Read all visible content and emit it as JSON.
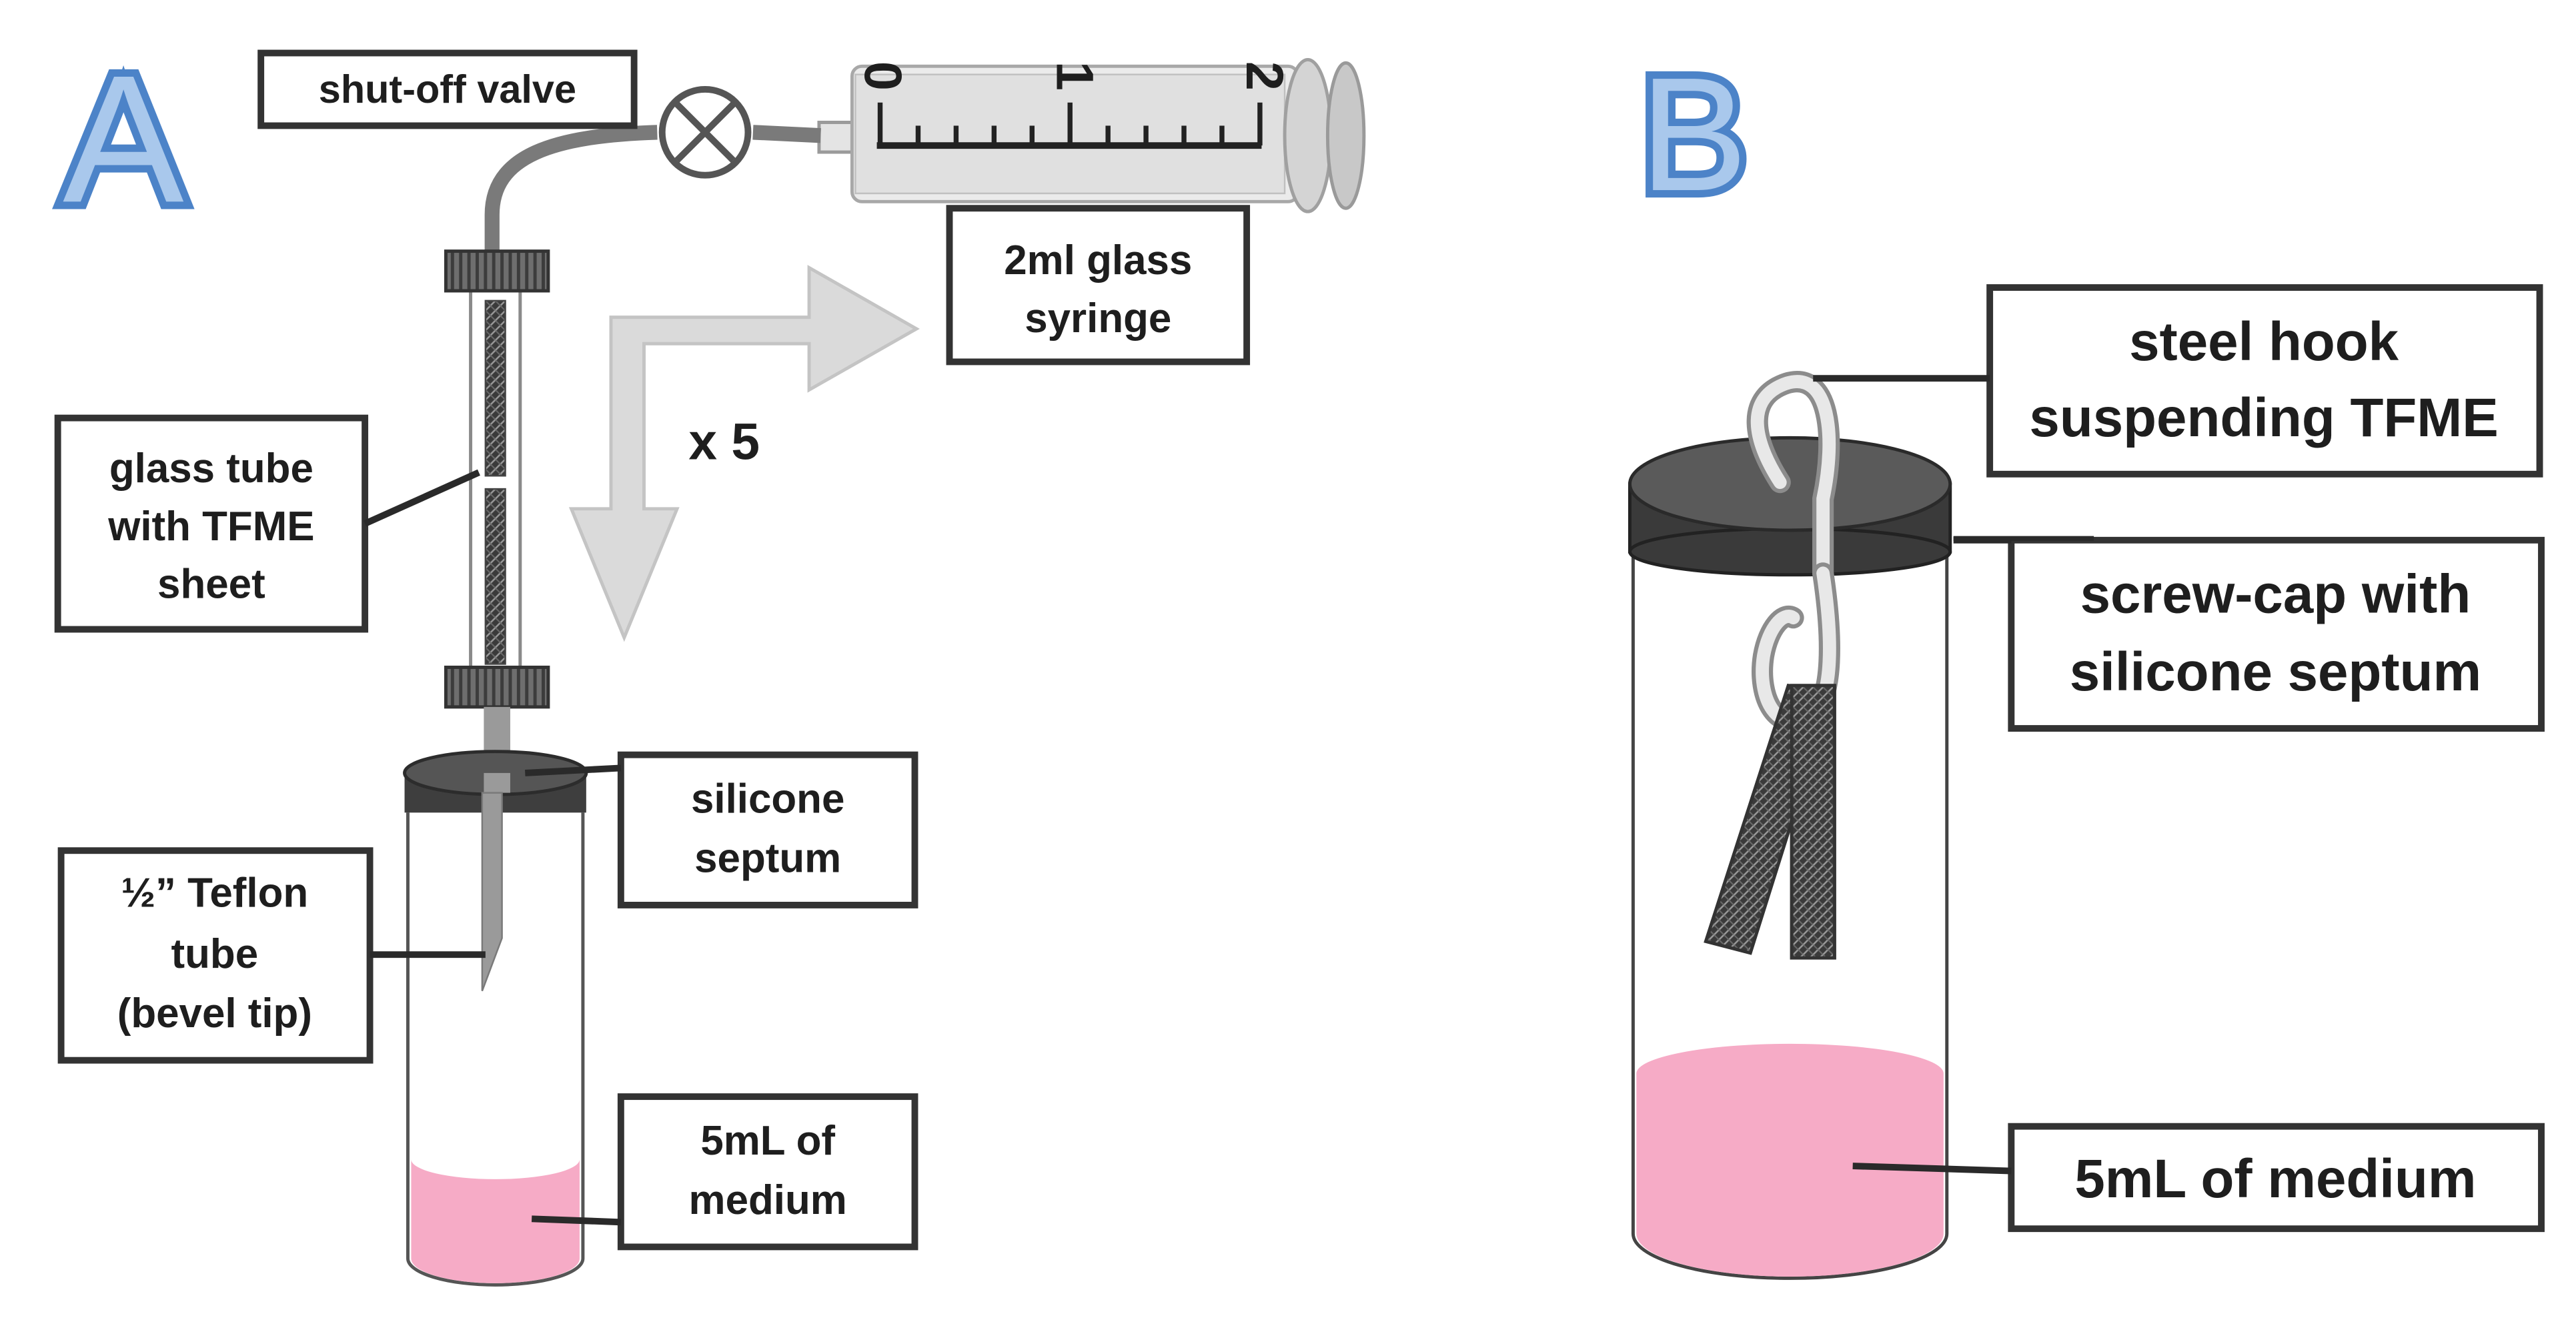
{
  "panels": {
    "a": {
      "letter": "A",
      "shutoff_valve": "shut-off valve",
      "syringe_label": [
        "2ml glass",
        "syringe"
      ],
      "syringe_scale": [
        "0",
        "1",
        "2"
      ],
      "repeat": "x 5",
      "glass_tube": [
        "glass tube",
        "with TFME",
        "sheet"
      ],
      "septum": [
        "silicone",
        "septum"
      ],
      "teflon": [
        "½” Teflon",
        "tube",
        "(bevel tip)"
      ],
      "medium": [
        "5mL of",
        "medium"
      ]
    },
    "b": {
      "letter": "B",
      "hook": [
        "steel hook",
        "suspending TFME"
      ],
      "cap": [
        "screw-cap with",
        "silicone septum"
      ],
      "medium": [
        "5mL of medium"
      ]
    }
  },
  "colors": {
    "letter_fill": "#a9c8ec",
    "letter_stroke": "#4c83c8",
    "medium": "#f6abc6",
    "cap": "#505050",
    "arrow": "#d8d8d8"
  }
}
